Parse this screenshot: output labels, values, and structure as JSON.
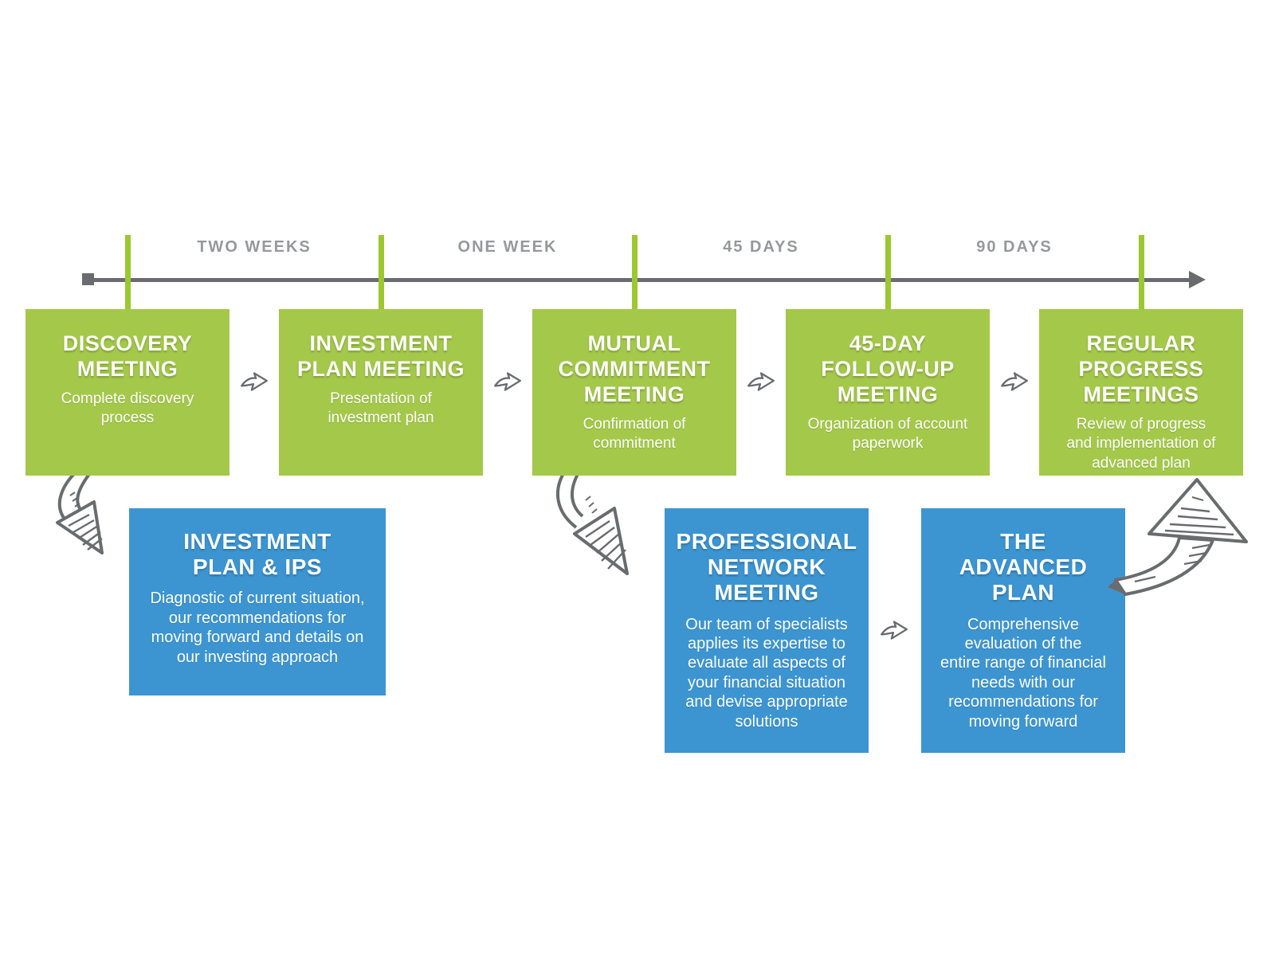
{
  "colors": {
    "green": "#a4c84a",
    "tick_green": "#9cc731",
    "blue": "#3c95d1",
    "arrow_gray": "#6a6b6e",
    "label_gray": "#96989b",
    "text_white": "#ffffff",
    "background": "#ffffff"
  },
  "timeline": {
    "interval_labels": [
      "TWO WEEKS",
      "ONE WEEK",
      "45 DAYS",
      "90 DAYS"
    ]
  },
  "green_steps": [
    {
      "title_lines": [
        "DISCOVERY",
        "MEETING"
      ],
      "desc_lines": [
        "Complete discovery",
        "process"
      ]
    },
    {
      "title_lines": [
        "INVESTMENT",
        "PLAN MEETING"
      ],
      "desc_lines": [
        "Presentation of",
        "investment plan"
      ]
    },
    {
      "title_lines": [
        "MUTUAL",
        "COMMITMENT",
        "MEETING"
      ],
      "desc_lines": [
        "Confirmation of",
        "commitment"
      ]
    },
    {
      "title_lines": [
        "45-DAY",
        "FOLLOW-UP",
        "MEETING"
      ],
      "desc_lines": [
        "Organization of account",
        "paperwork"
      ]
    },
    {
      "title_lines": [
        "REGULAR",
        "PROGRESS",
        "MEETINGS"
      ],
      "desc_lines": [
        "Review of progress",
        "and implementation of",
        "advanced plan"
      ]
    }
  ],
  "blue_callouts": [
    {
      "title_lines": [
        "INVESTMENT",
        "PLAN & IPS"
      ],
      "desc_lines": [
        "Diagnostic of current situation,",
        "our recommendations for",
        "moving forward and details on",
        "our investing approach"
      ]
    },
    {
      "title_lines": [
        "PROFESSIONAL",
        "NETWORK",
        "MEETING"
      ],
      "desc_lines": [
        "Our team of specialists",
        "applies its expertise to",
        "evaluate all aspects of",
        "your financial situation",
        "and devise appropriate",
        "solutions"
      ]
    },
    {
      "title_lines": [
        "THE",
        "ADVANCED",
        "PLAN"
      ],
      "desc_lines": [
        "Comprehensive",
        "evaluation of the",
        "entire range of financial",
        "needs with our",
        "recommendations for",
        "moving forward"
      ]
    }
  ]
}
